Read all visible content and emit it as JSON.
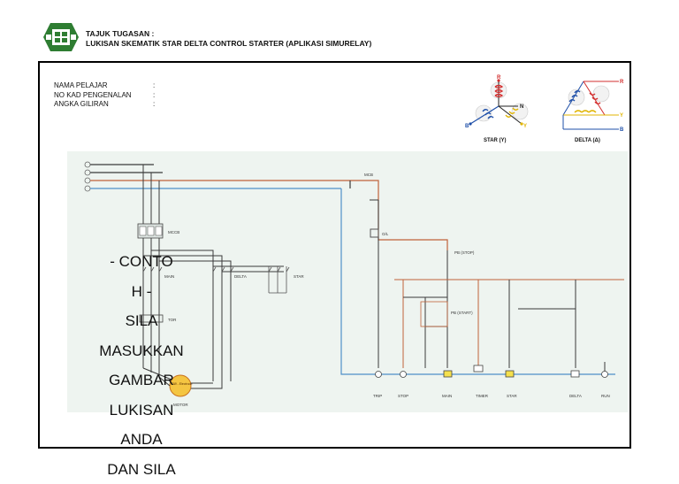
{
  "header": {
    "title_line1": "TAJUK TUGASAN :",
    "title_line2": "LUKISAN SKEMATIK STAR DELTA CONTROL STARTER (APLIKASI SIMURELAY)"
  },
  "student_info": [
    {
      "label": "NAMA PELAJAR",
      "sep": ":"
    },
    {
      "label": "NO KAD PENGENALAN",
      "sep": ":"
    },
    {
      "label": "ANGKA GILIRAN",
      "sep": ":"
    }
  ],
  "phasor": {
    "star_caption": "STAR (Y)",
    "delta_caption": "DELTA (Δ)",
    "labels": {
      "r": "R",
      "y": "Y",
      "b": "B",
      "n": "N"
    }
  },
  "diagram": {
    "mccb": "MCCB",
    "mcb": "MCB",
    "main": "MAIN",
    "delta": "DELTA",
    "star": "STAR",
    "tor": "TOR",
    "motor": "MOTOR",
    "motor_text": "3Ø - Electrode",
    "ol": "O/L",
    "pb_stop": "PB (STOP)",
    "pb_start": "PB (START)",
    "timer": "TIMER",
    "trip": "TRIP",
    "stop": "STOP",
    "run": "RUN"
  },
  "overlay_lines": [
    "- CONTO",
    "H -",
    "SILA",
    "MASUKKAN",
    "GAMBAR",
    "LUKISAN",
    "ANDA",
    "DAN SILA"
  ],
  "colors": {
    "red_wire": "#c0623a",
    "blue_wire": "#4f8fc8",
    "dark_wire": "#3a3a3a",
    "panel_bg": "#eef4f0",
    "logo_green": "#2e7d32"
  }
}
